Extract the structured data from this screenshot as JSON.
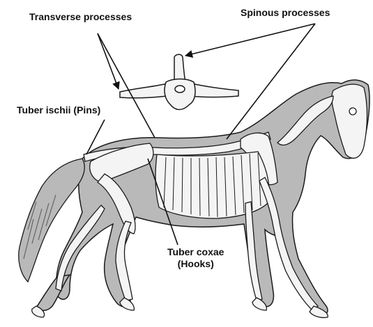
{
  "labels": {
    "transverse_processes": "Transverse processes",
    "spinous_processes": "Spinous processes",
    "tuber_ischii": "Tuber ischii (Pins)",
    "tuber_coxae_line1": "Tuber coxae",
    "tuber_coxae_line2": "(Hooks)"
  },
  "colors": {
    "body_fill": "#b9b9b9",
    "bone_fill": "#f4f4f4",
    "outline": "#1a1a1a",
    "arrow": "#111111"
  }
}
